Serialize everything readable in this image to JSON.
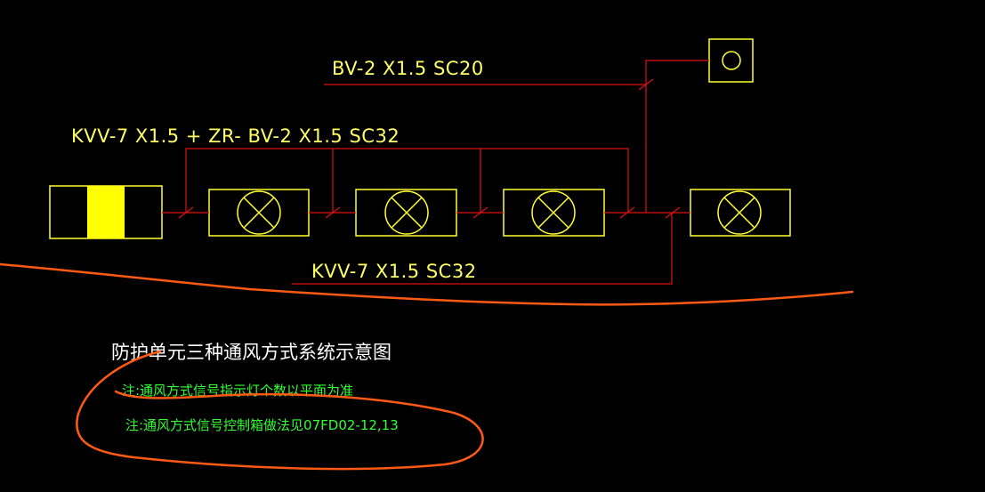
{
  "colors": {
    "background": "#000000",
    "wire": "#e01010",
    "fixture": "#ffff33",
    "indicator_fill": "#ffff00",
    "label": "#ffff66",
    "title": "#ffffff",
    "note": "#33ff33",
    "markup": "#ff5a14"
  },
  "labels": {
    "cable_top": "BV-2 X1.5   SC20",
    "cable_middle": "KVV-7 X1.5 + ZR- BV-2 X1.5   SC32",
    "cable_bottom": "KVV-7 X1.5   SC32"
  },
  "title": "防护单元三种通风方式系统示意图",
  "notes": [
    "注:通风方式信号指示灯个数以平面为准",
    "注:通风方式信号控制箱做法见07FD02-12,13"
  ],
  "icons": {
    "control_box": "control-box-icon",
    "lamp": "lamp-crossed-circle-icon",
    "signal_box": "signal-box-icon"
  }
}
